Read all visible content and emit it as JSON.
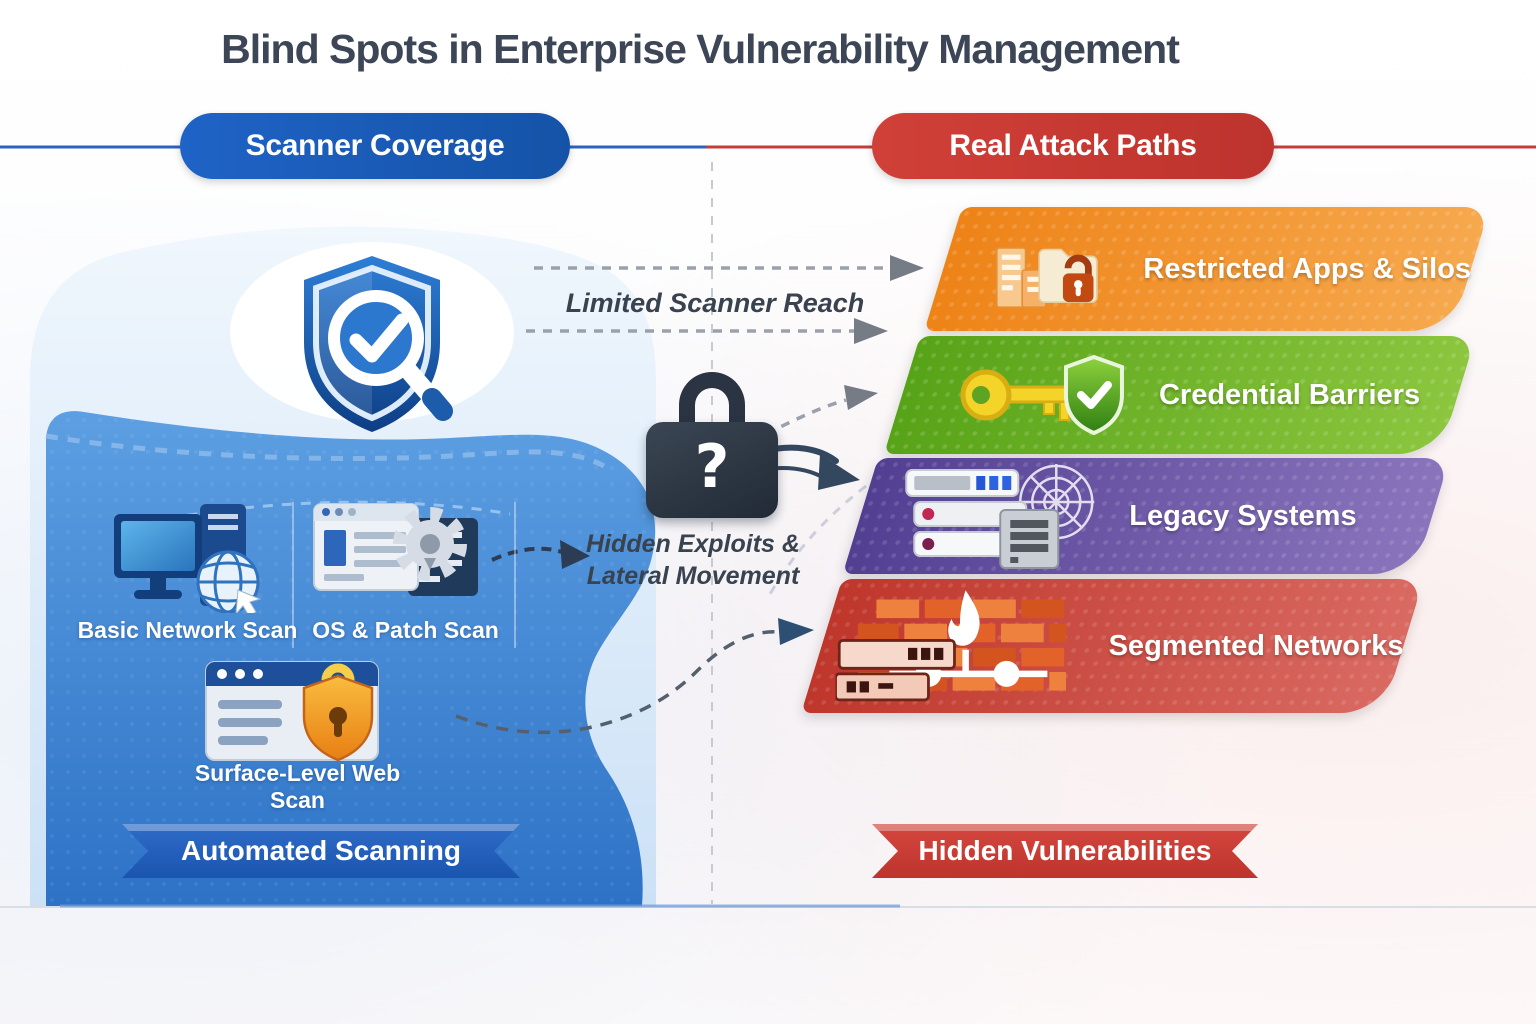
{
  "title": "Blind Spots in Enterprise Vulnerability Management",
  "columns": {
    "left": {
      "header": "Scanner Coverage",
      "accent_color": "#1a5bbd",
      "footer_ribbon": "Automated Scanning",
      "scans": [
        {
          "label": "Basic Network Scan",
          "icon": "computer-globe-icon"
        },
        {
          "label": "OS & Patch Scan",
          "icon": "window-gear-icon"
        },
        {
          "label": "Surface-Level Web Scan",
          "icon": "browser-lock-icon"
        }
      ]
    },
    "right": {
      "header": "Real Attack Paths",
      "accent_color": "#c43b33",
      "footer_ribbon": "Hidden Vulnerabilities",
      "barriers": [
        {
          "label": "Restricted Apps & Silos",
          "color": "#ee8317",
          "icon": "buildings-folder-lock-icon"
        },
        {
          "label": "Credential Barriers",
          "color": "#64ad22",
          "icon": "key-shield-icon"
        },
        {
          "label": "Legacy Systems",
          "color": "#5b4499",
          "icon": "servers-cobweb-icon"
        },
        {
          "label": "Segmented Networks",
          "color": "#c23b30",
          "icon": "firewall-flame-icon"
        }
      ]
    }
  },
  "middle": {
    "limited_reach_label": "Limited Scanner Reach",
    "hidden_exploits_line1": "Hidden Exploits &",
    "hidden_exploits_line2": "Lateral Movement",
    "lock_glyph": "?"
  }
}
